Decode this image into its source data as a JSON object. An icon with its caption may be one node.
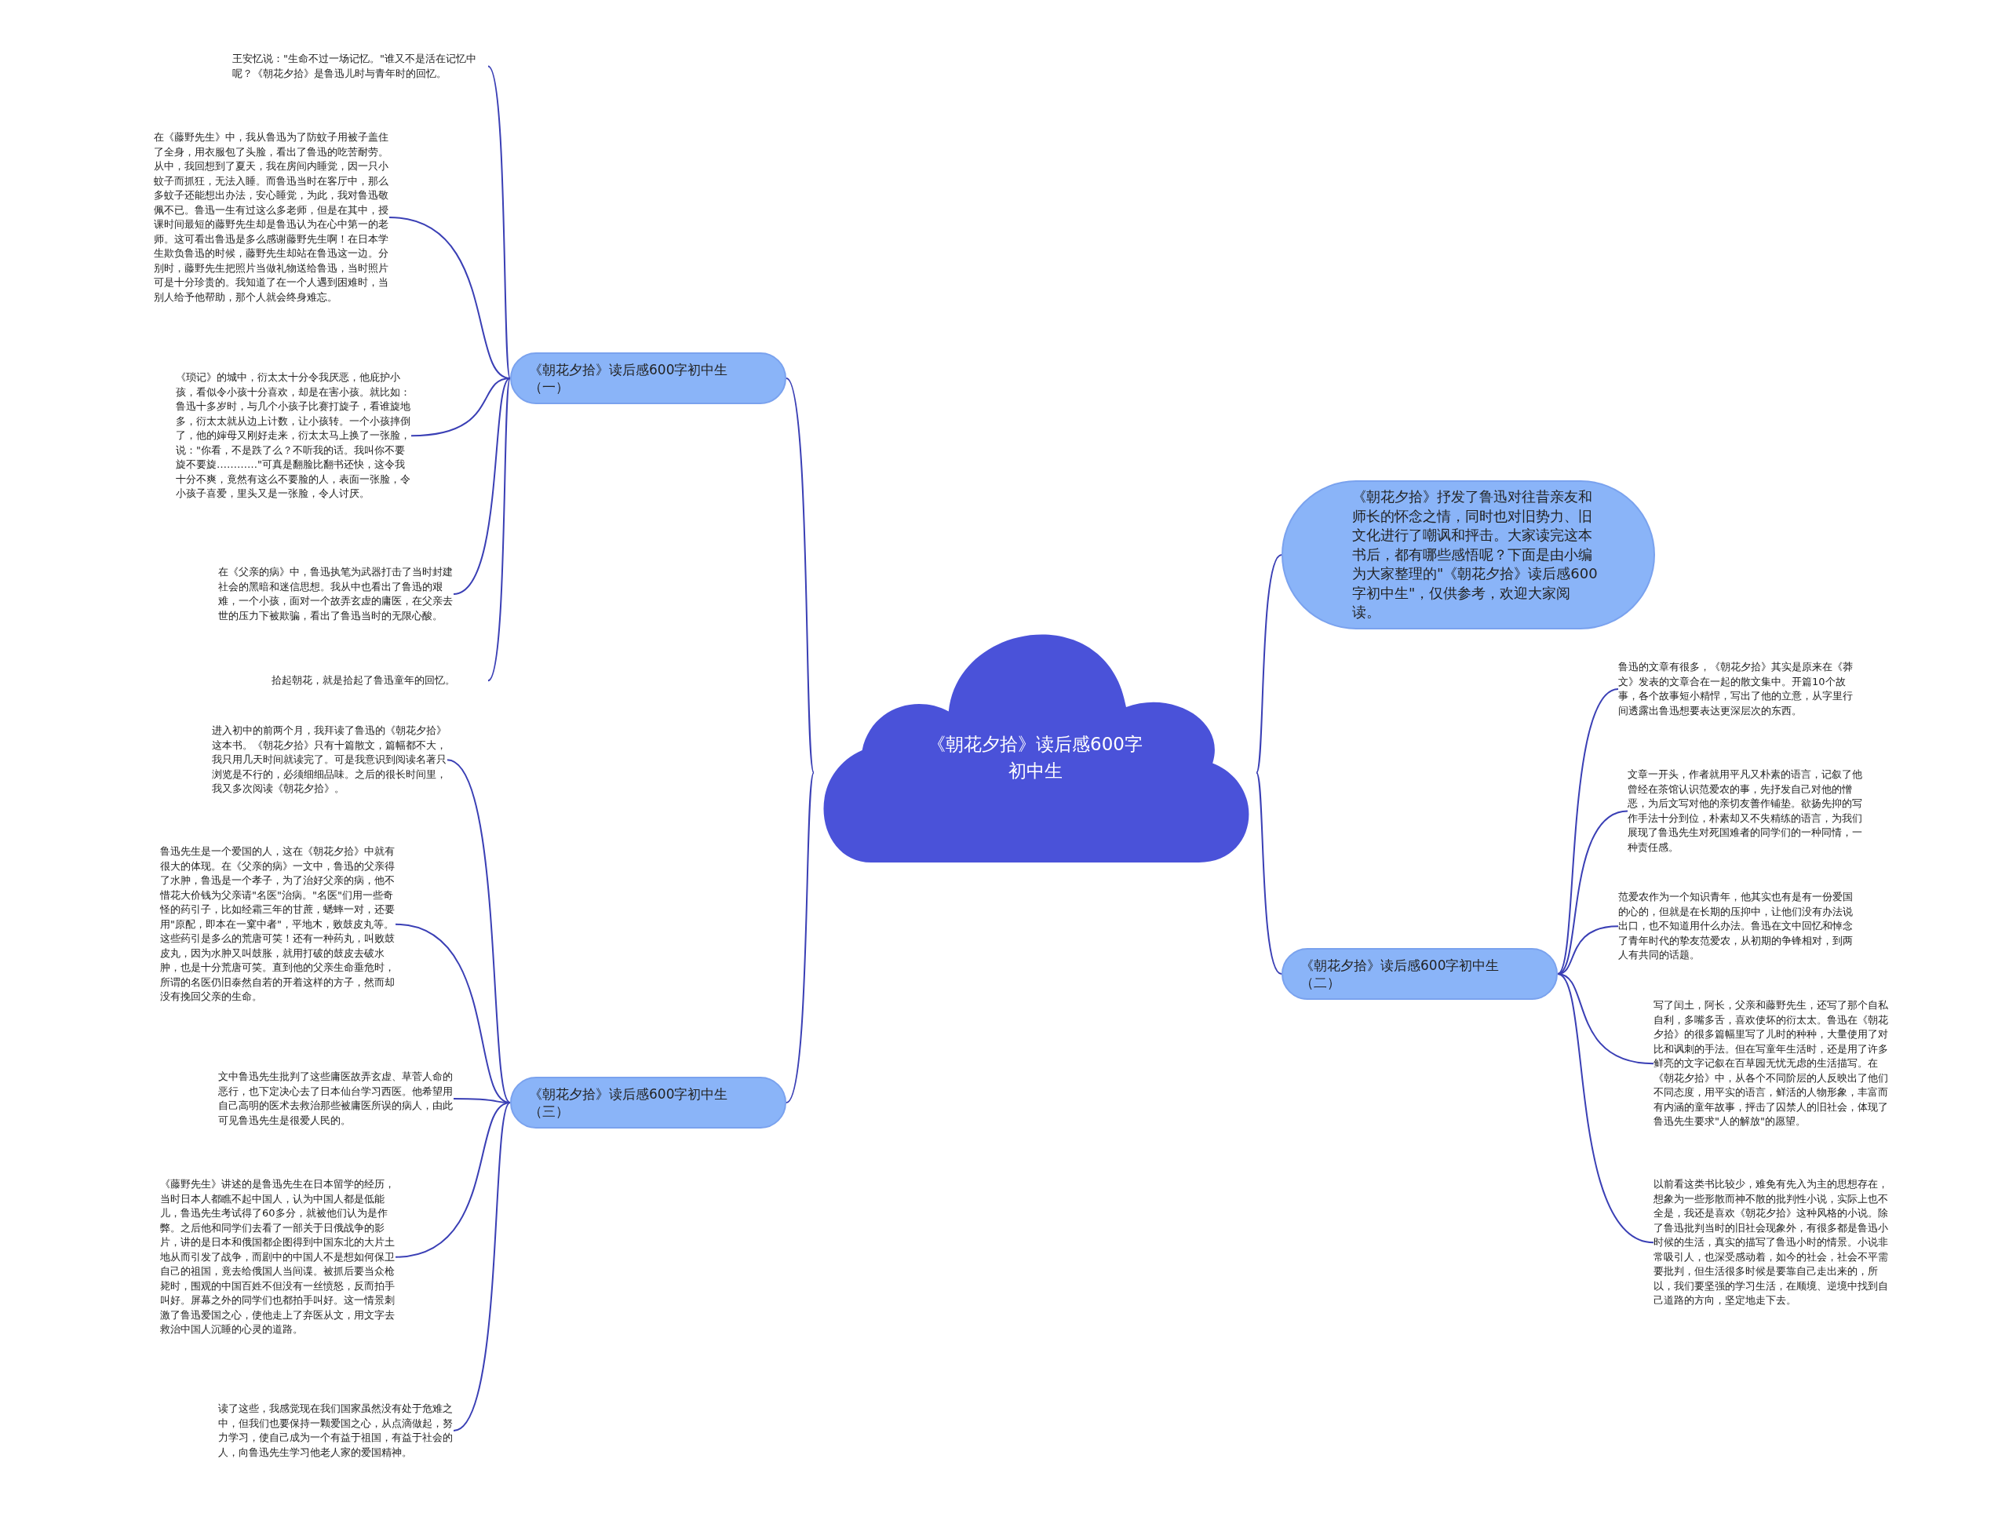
{
  "diagram": {
    "nodes": [
      {
        "text": [
          "《朝花夕拾》读后感600字初中生"
        ]
      },
      {
        "text": [
          "《朝花夕拾》读后感600字初中生（一）"
        ]
      },
      {
        "text": [
          "《朝花夕拾》读后感600字初中生（三）"
        ]
      },
      {
        "text": [
          "《朝花夕拾》抒发了鲁迅对往昔亲友和师长的怀念之情，同时也对旧势力、旧文化进行了嘲讽和抨击。大家读完这本书后，都有哪些感悟呢？下面是由小编为大家整理的\"《朝花夕拾》读后感600字初中生\"，仅供参考，欢迎大家阅读。"
        ]
      },
      {
        "text": [
          "《朝花夕拾》读后感600字初中生（二）"
        ]
      },
      {
        "text": [
          "王安忆说：\"生命不过一场记忆。\"谁又不是活在记忆中呢？《朝花夕拾》是鲁迅儿时与青年时的回忆。"
        ]
      },
      {
        "text": [
          "在《藤野先生》中，我从鲁迅为了防蚊子用被子盖住了全身，用衣服包了头脸，看出了鲁迅的吃苦耐劳。从中，我回想到了夏天，我在房间内睡觉，因一只小蚊子而抓狂，无法入睡。而鲁迅当时在客厅中，那么多蚊子还能想出办法，安心睡觉，为此，我对鲁迅敬佩不已。鲁迅一生有过这么多老师，但是在其中，授课时间最短的藤野先生却是鲁迅认为在心中第一的老师。这可看出鲁迅是多么感谢藤野先生啊！在日本学生欺负鲁迅的时候，藤野先生却站在鲁迅这一边。分别时，藤野先生把照片当做礼物送给鲁迅，当时照片可是十分珍贵的。我知道了在一个人遇到困难时，当别人给予他帮助，那个人就会终身难忘。"
        ]
      },
      {
        "text": [
          "《琐记》的城中，衍太太十分令我厌恶，他庇护小孩，看似令小孩十分喜欢，却是在害小孩。就比如：鲁迅十多岁时，与几个小孩子比赛打旋子，看谁旋地多，衍太太就从边上计数，让小孩转。一个小孩摔倒了，他的婶母又刚好走来，衍太太马上换了一张脸，说：\"你看，不是跌了么？不听我的话。我叫你不要旋不要旋…………\"可真是翻脸比翻书还快，这令我十分不爽，竟然有这么不要脸的人，表面一张脸，令小孩子喜爱，里头又是一张脸，令人讨厌。"
        ]
      },
      {
        "text": [
          "在《父亲的病》中，鲁迅执笔为武器打击了当时封建社会的黑暗和迷信思想。我从中也看出了鲁迅的艰难，一个小孩，面对一个故弄玄虚的庸医，在父亲去世的压力下被欺骗，看出了鲁迅当时的无限心酸。"
        ]
      },
      {
        "text": [
          "拾起朝花，就是拾起了鲁迅童年的回忆。"
        ]
      },
      {
        "text": [
          "进入初中的前两个月，我拜读了鲁迅的《朝花夕拾》这本书。《朝花夕拾》只有十篇散文，篇幅都不大，我只用几天时间就读完了。可是我意识到阅读名著只浏览是不行的，必须细细品味。之后的很长时间里，我又多次阅读《朝花夕拾》。"
        ]
      },
      {
        "text": [
          "鲁迅先生是一个爱国的人，这在《朝花夕拾》中就有很大的体现。在《父亲的病》一文中，鲁迅的父亲得了水肿，鲁迅是一个孝子，为了治好父亲的病，他不惜花大价钱为父亲请\"名医\"治病。\"名医\"们用一些奇怪的药引子，比如经霜三年的甘蔗，蟋蟀一对，还要用\"原配，即本在一窠中者\"，平地木，败鼓皮丸等。这些药引是多么的荒唐可笑！还有一种药丸，叫败鼓皮丸，因为水肿又叫鼓胀，就用打破的鼓皮去破水肿，也是十分荒唐可笑。直到他的父亲生命垂危时，所谓的名医仍旧泰然自若的开着这样的方子，然而却没有挽回父亲的生命。"
        ]
      },
      {
        "text": [
          "文中鲁迅先生批判了这些庸医故弄玄虚、草菅人命的恶行，也下定决心去了日本仙台学习西医。他希望用自己高明的医术去救治那些被庸医所误的病人，由此可见鲁迅先生是很爱人民的。"
        ]
      },
      {
        "text": [
          "《藤野先生》讲述的是鲁迅先生在日本留学的经历，当时日本人都瞧不起中国人，认为中国人都是低能儿，鲁迅先生考试得了60多分，就被他们认为是作弊。之后他和同学们去看了一部关于日俄战争的影片，讲的是日本和俄国都企图得到中国东北的大片土地从而引发了战争，而剧中的中国人不是想如何保卫自己的祖国，竟去给俄国人当间谍。被抓后要当众枪毙时，围观的中国百姓不但没有一丝愤怒，反而拍手叫好。屏幕之外的同学们也都拍手叫好。这一情景刺激了鲁迅爱国之心，使他走上了弃医从文，用文字去救治中国人沉睡的心灵的道路。"
        ]
      },
      {
        "text": [
          "读了这些，我感觉现在我们国家虽然没有处于危难之中，但我们也要保持一颗爱国之心，从点滴做起，努力学习，使自己成为一个有益于祖国，有益于社会的人，向鲁迅先生学习他老人家的爱国精神。"
        ]
      },
      {
        "text": [
          "鲁迅的文章有很多，《朝花夕拾》其实是原来在《莽文》发表的文章合在一起的散文集中。开篇10个故事，各个故事短小精悍，写出了他的立意，从字里行间透露出鲁迅想要表达更深层次的东西。"
        ]
      },
      {
        "text": [
          "文章一开头，作者就用平凡又朴素的语言，记叙了他曾经在茶馆认识范爱农的事，先抒发自己对他的憎恶，为后文写对他的亲切友善作铺垫。欲扬先抑的写作手法十分到位，朴素却又不失精练的语言，为我们展现了鲁迅先生对死国难者的同学们的一种同情，一种责任感。"
        ]
      },
      {
        "text": [
          "范爱农作为一个知识青年，他其实也有是有一份爱国的心的，但就是在长期的压抑中，让他们没有办法说出口，也不知道用什么办法。鲁迅在文中回忆和悼念了青年时代的挚友范爱农，从初期的争锋相对，到两人有共同的话题。"
        ]
      },
      {
        "text": [
          "写了闰土，阿长，父亲和藤野先生，还写了那个自私自利，多嘴多舌，喜欢使坏的衍太太。鲁迅在《朝花夕拾》的很多篇幅里写了儿时的种种，大量使用了对比和讽刺的手法。但在写童年生活时，还是用了许多鲜亮的文字记叙在百草园无忧无虑的生活描写。在《朝花夕拾》中，从各个不同阶层的人反映出了他们不同态度，用平实的语言，鲜活的人物形象，丰富而有内涵的童年故事，抨击了囚禁人的旧社会，体现了鲁迅先生要求\"人的解放\"的愿望。"
        ]
      },
      {
        "text": [
          "以前看这类书比较少，难免有先入为主的思想存在，想象为一些形散而神不散的批判性小说，实际上也不全是，我还是喜欢《朝花夕拾》这种风格的小说。除了鲁迅批判当时的旧社会现象外，有很多都是鲁迅小时候的生活，真实的描写了鲁迅小时的情景。小说非常吸引人，也深受感动着，如今的社会，社会不平需要批判，但生活很多时候是要靠自己走出来的，所以，我们要坚强的学习生活，在顺境、逆境中找到自己道路的方向，坚定地走下去。"
        ]
      }
    ],
    "edges": [
      {
        "from": 0,
        "to": 1,
        "arrow": "none"
      },
      {
        "from": 0,
        "to": 2,
        "arrow": "none"
      },
      {
        "from": 0,
        "to": 3,
        "arrow": "none"
      },
      {
        "from": 0,
        "to": 4,
        "arrow": "none"
      },
      {
        "from": 1,
        "to": 5,
        "arrow": "none"
      },
      {
        "from": 1,
        "to": 6,
        "arrow": "none"
      },
      {
        "from": 1,
        "to": 7,
        "arrow": "none"
      },
      {
        "from": 1,
        "to": 8,
        "arrow": "none"
      },
      {
        "from": 1,
        "to": 9,
        "arrow": "none"
      },
      {
        "from": 2,
        "to": 10,
        "arrow": "none"
      },
      {
        "from": 2,
        "to": 11,
        "arrow": "none"
      },
      {
        "from": 2,
        "to": 12,
        "arrow": "none"
      },
      {
        "from": 2,
        "to": 13,
        "arrow": "none"
      },
      {
        "from": 2,
        "to": 14,
        "arrow": "none"
      },
      {
        "from": 4,
        "to": 15,
        "arrow": "none"
      },
      {
        "from": 4,
        "to": 16,
        "arrow": "none"
      },
      {
        "from": 4,
        "to": 17,
        "arrow": "none"
      },
      {
        "from": 4,
        "to": 18,
        "arrow": "none"
      },
      {
        "from": 4,
        "to": 19,
        "arrow": "none"
      }
    ]
  }
}
